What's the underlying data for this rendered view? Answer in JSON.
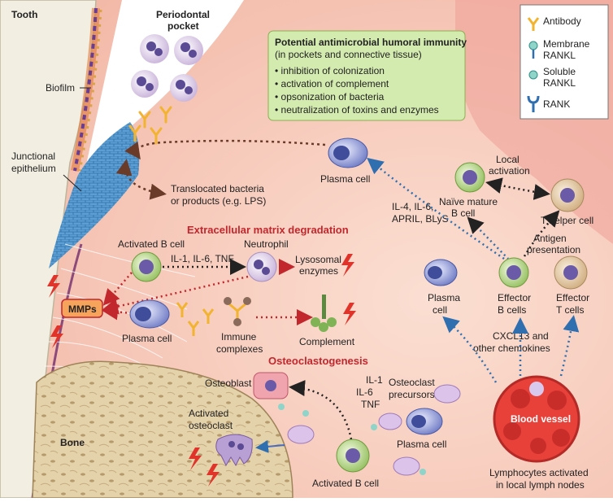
{
  "labels": {
    "tooth": "Tooth",
    "periodontal_pocket_l1": "Periodontal",
    "periodontal_pocket_l2": "pocket",
    "biofilm": "Biofilm",
    "junctional_l1": "Junctional",
    "junctional_l2": "epithelium",
    "translocated_l1": "Translocated bacteria",
    "translocated_l2": "or products (e.g. LPS)",
    "plasma_cell_top": "Plasma cell",
    "naive_l1": "Naïve mature",
    "naive_l2": "B cell",
    "local_l1": "Local",
    "local_l2": "activation",
    "t_helper": "T helper cell",
    "antigen_l1": "Antigen",
    "antigen_l2": "presentation",
    "il4_l1": "IL-4, IL-6,",
    "il4_l2": "APRIL, BLyS",
    "ecm_title": "Extracellular matrix degradation",
    "activated_b_top": "Activated B cell",
    "neutrophil": "Neutrophil",
    "il1_top": "IL-1, IL-6, TNF",
    "lysosomal_l1": "Lysosomal",
    "lysosomal_l2": "enzymes",
    "mmps": "MMPs",
    "plasma_cell_mid": "Plasma cell",
    "immune_l1": "Immune",
    "immune_l2": "complexes",
    "complement": "Complement",
    "plasma_right_l1": "Plasma",
    "plasma_right_l2": "cell",
    "effector_b_l1": "Effector",
    "effector_b_l2": "B cells",
    "effector_t_l1": "Effector",
    "effector_t_l2": "T cells",
    "cxcl_l1": "CXCL13 and",
    "cxcl_l2": "other chemokines",
    "osteo_title": "Osteoclastogenesis",
    "osteoblast": "Osteoblast",
    "il1_b_l1": "IL-1",
    "il1_b_l2": "IL-6",
    "il1_b_l3": "TNF",
    "precursors_l1": "Osteoclast",
    "precursors_l2": "precursors",
    "plasma_bottom": "Plasma cell",
    "activated_osteo_l1": "Activated",
    "activated_osteo_l2": "osteoclast",
    "bone": "Bone",
    "activated_b_bottom": "Activated B cell",
    "blood_vessel": "Blood vessel",
    "lymph_l1": "Lymphocytes activated",
    "lymph_l2": "in local lymph nodes"
  },
  "info_box": {
    "title": "Potential antimicrobial humoral immunity",
    "subtitle": "(in pockets and connective tissue)",
    "items": [
      "• inhibition of colonization",
      "• activation of complement",
      "• opsonization of bacteria",
      "• neutralization of toxins and enzymes"
    ]
  },
  "legend": {
    "antibody": "Antibody",
    "membrane_l1": "Membrane",
    "membrane_l2": "RANKL",
    "soluble_l1": "Soluble",
    "soluble_l2": "RANKL",
    "rank": "RANK"
  },
  "colors": {
    "tissue": "#f7cdbd",
    "tissue_dark": "#ee9e96",
    "bone": "#e4d2ab",
    "epithelium": "#5d9fd4",
    "info_box": "#d4ebb0",
    "accent_red": "#c1272d",
    "mmp_box": "#f6a35c"
  }
}
